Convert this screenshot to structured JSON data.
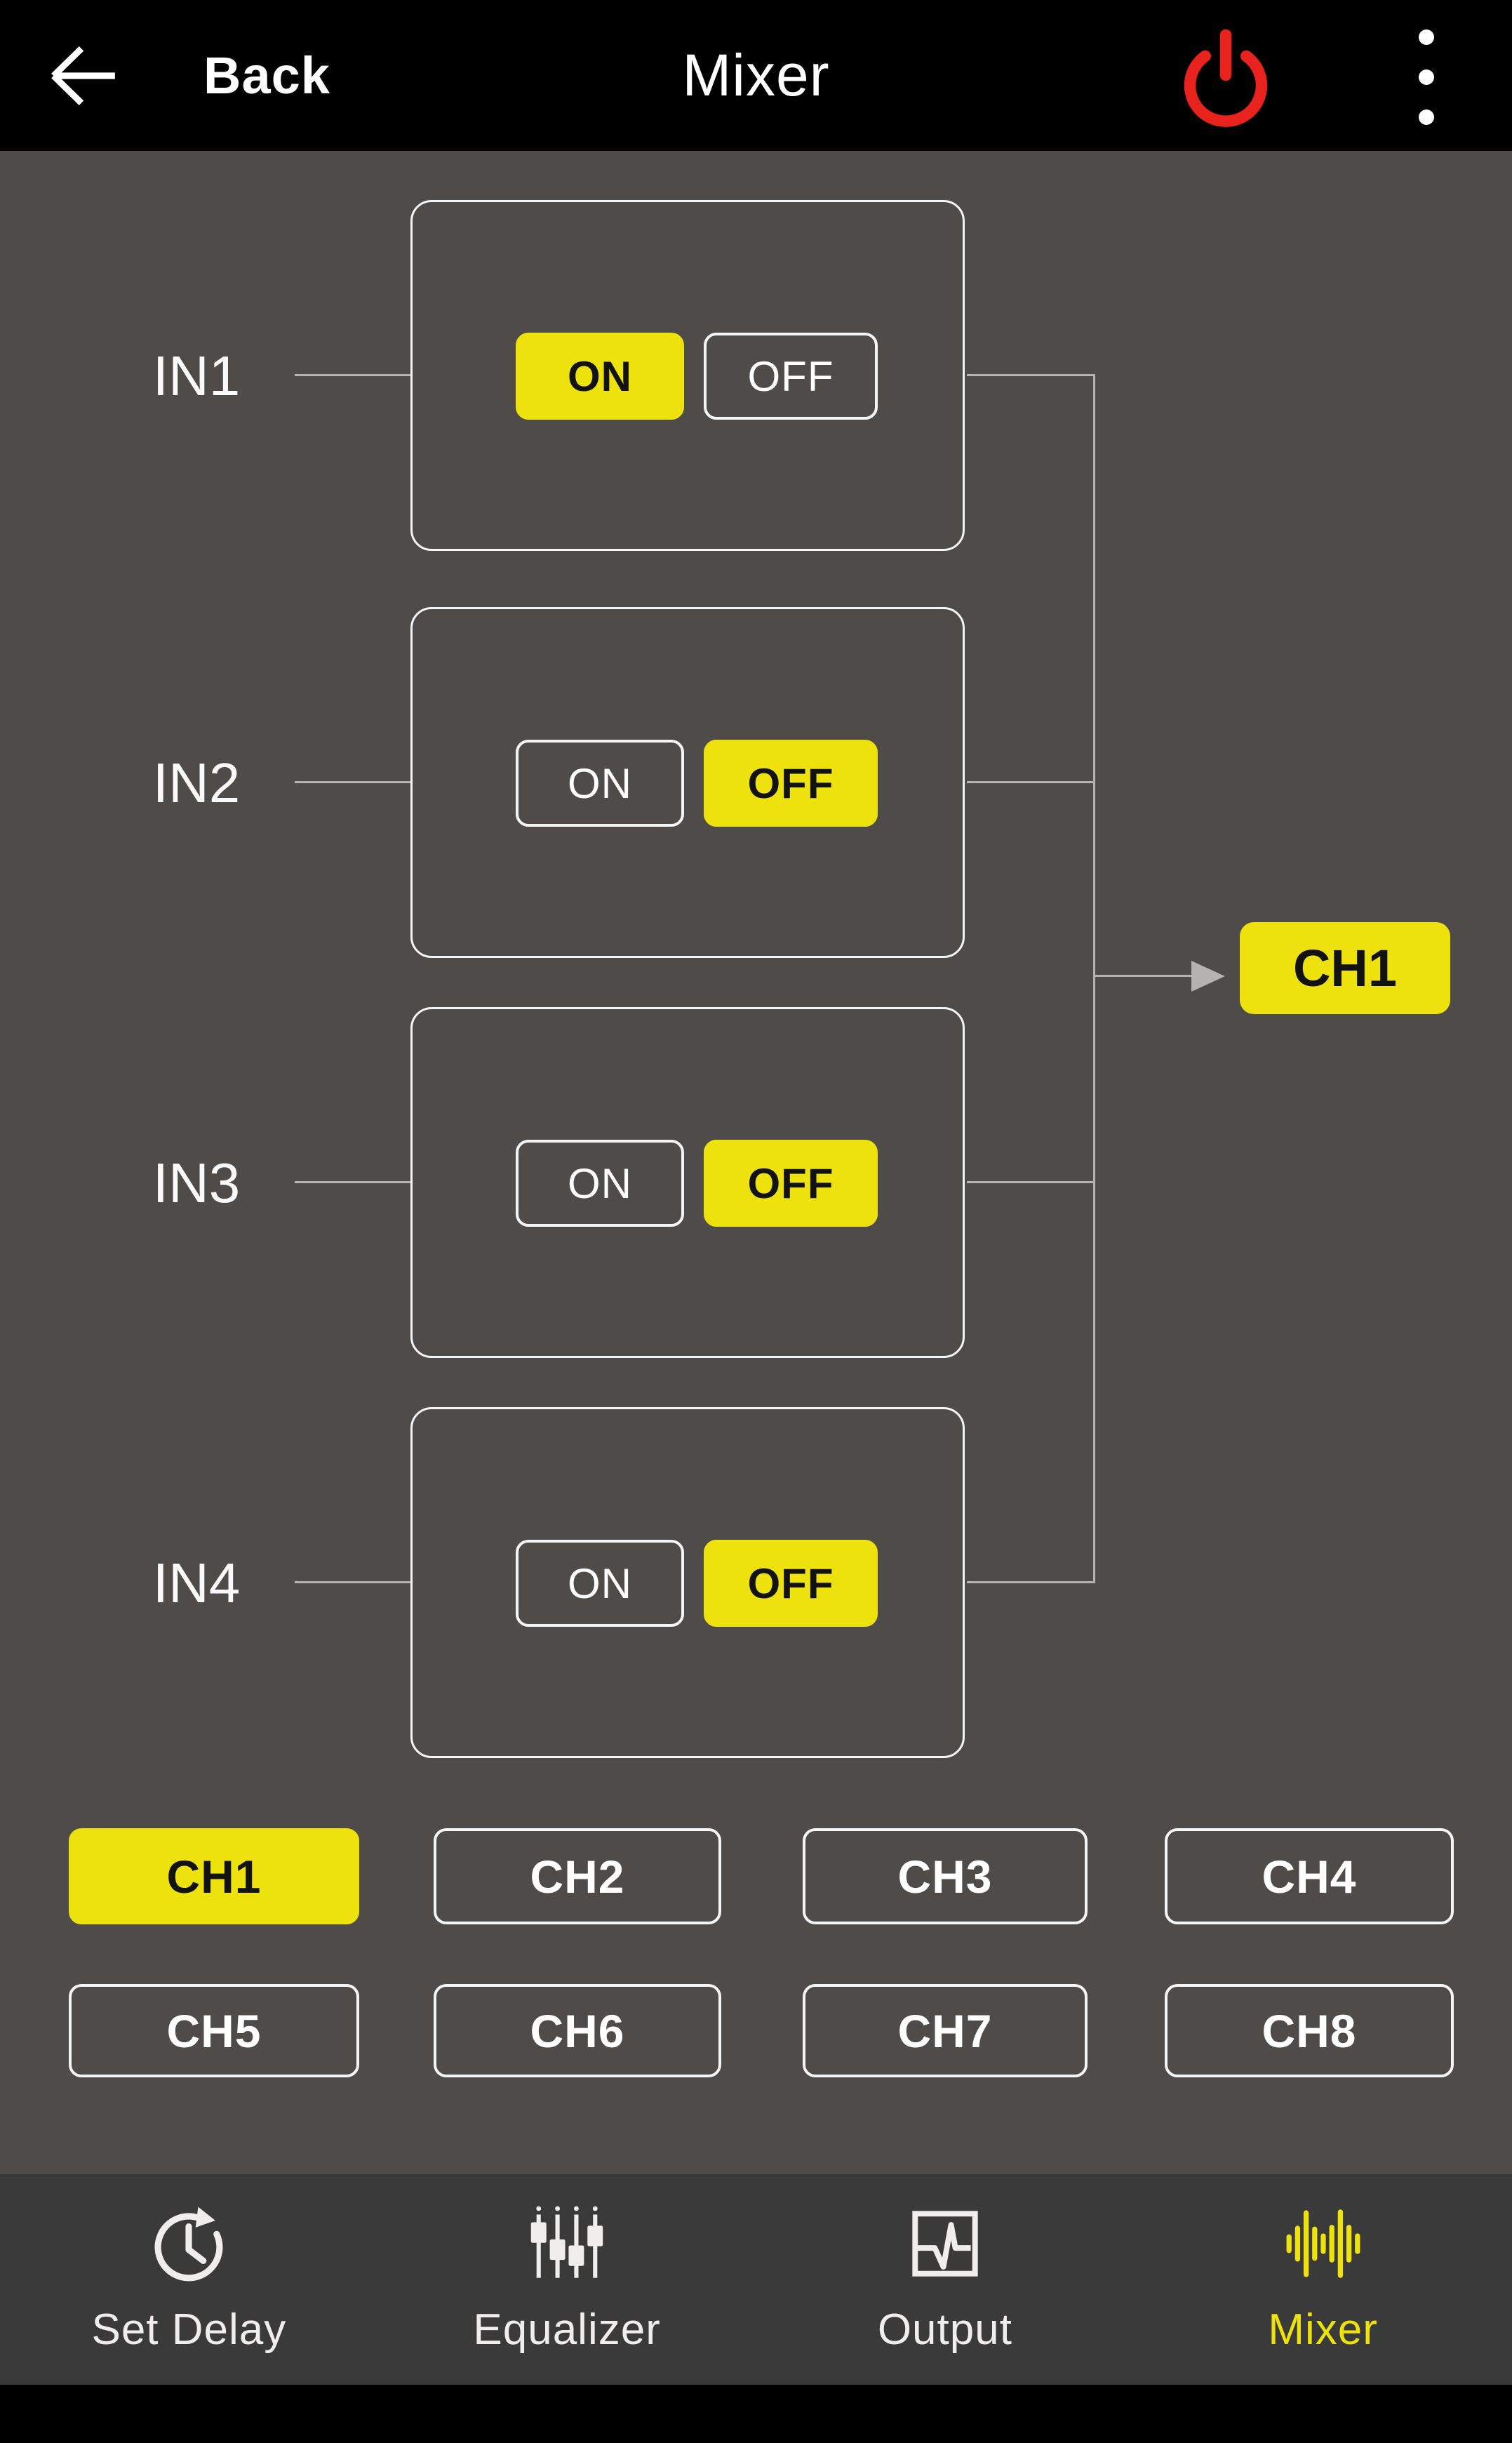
{
  "colors": {
    "yellow": "#EDE20E",
    "red": "#E8231D",
    "bg": "#4E4B49",
    "nav_bg": "#3B3A3A",
    "header_bg": "#000000",
    "line": "#B5B3B1",
    "border": "#F5F5F5"
  },
  "header": {
    "back_label": "Back",
    "title": "Mixer",
    "icons": [
      "back-arrow-icon",
      "power-icon",
      "overflow-menu-icon"
    ]
  },
  "inputs": [
    {
      "label": "IN1",
      "on_label": "ON",
      "off_label": "OFF",
      "on_active": true,
      "off_active": false
    },
    {
      "label": "IN2",
      "on_label": "ON",
      "off_label": "OFF",
      "on_active": false,
      "off_active": true
    },
    {
      "label": "IN3",
      "on_label": "ON",
      "off_label": "OFF",
      "on_active": false,
      "off_active": true
    },
    {
      "label": "IN4",
      "on_label": "ON",
      "off_label": "OFF",
      "on_active": false,
      "off_active": true
    }
  ],
  "output": {
    "label": "CH1"
  },
  "channels": [
    {
      "label": "CH1",
      "active": true
    },
    {
      "label": "CH2",
      "active": false
    },
    {
      "label": "CH3",
      "active": false
    },
    {
      "label": "CH4",
      "active": false
    },
    {
      "label": "CH5",
      "active": false
    },
    {
      "label": "CH6",
      "active": false
    },
    {
      "label": "CH7",
      "active": false
    },
    {
      "label": "CH8",
      "active": false
    }
  ],
  "nav": {
    "items": [
      {
        "label": "Set Delay",
        "icon": "set-delay-clock-icon",
        "active": false
      },
      {
        "label": "Equalizer",
        "icon": "equalizer-sliders-icon",
        "active": false
      },
      {
        "label": "Output",
        "icon": "output-waveform-icon",
        "active": false
      },
      {
        "label": "Mixer",
        "icon": "mixer-waveform-icon",
        "active": true
      }
    ]
  }
}
